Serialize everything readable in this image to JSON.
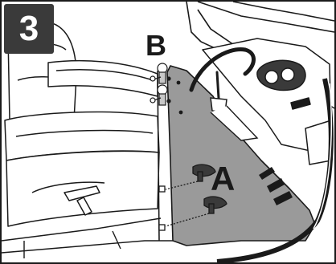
{
  "step": {
    "number": "3"
  },
  "callouts": {
    "a": "A",
    "b": "B"
  },
  "colors": {
    "badge_background": "#3a3a3a",
    "badge_text": "#ffffff",
    "line_art": "#1a1a1a",
    "cover_panel": "#9a9a9a",
    "background": "#ffffff"
  },
  "icons": {
    "seat": "car-seat-line-art",
    "steering_wheel": "steering-wheel-icon",
    "fasteners": "push-pin-fastener-icon"
  }
}
